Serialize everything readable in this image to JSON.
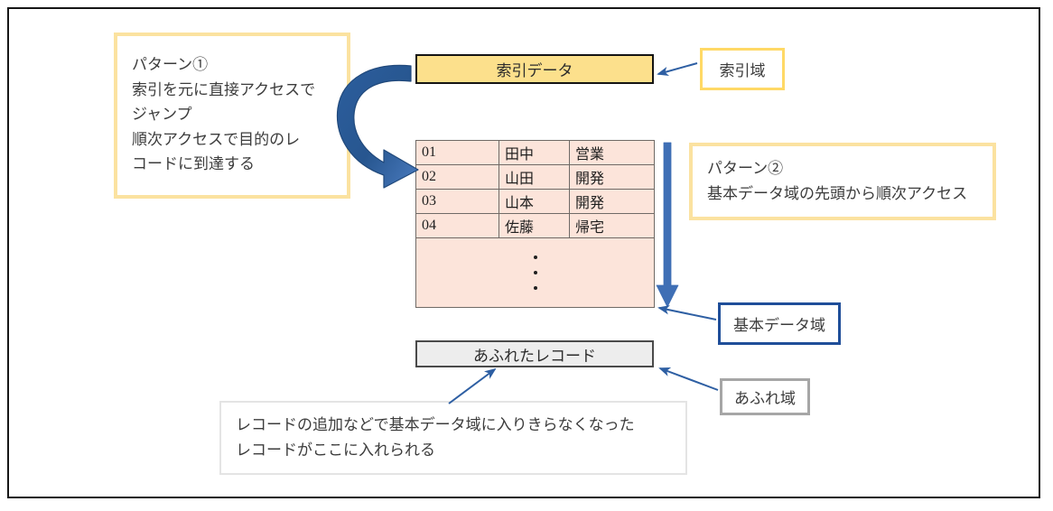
{
  "diagram": {
    "index_area": {
      "bar_label": "索引データ",
      "callout_label": "索引域"
    },
    "pattern1": {
      "lines": [
        "パターン①",
        "索引を元に直接アクセスで",
        "ジャンプ",
        "順次アクセスで目的のレ",
        "コードに到達する"
      ]
    },
    "pattern2": {
      "lines": [
        "パターン②",
        "基本データ域の先頭から順次アクセス"
      ]
    },
    "basic_data_area": {
      "callout_label": "基本データ域",
      "columns": 3,
      "rows": [
        [
          "01",
          "田中",
          "営業"
        ],
        [
          "02",
          "山田",
          "開発"
        ],
        [
          "03",
          "山本",
          "開発"
        ],
        [
          "04",
          "佐藤",
          "帰宅"
        ]
      ],
      "ellipsis_dots": 3
    },
    "overflow_area": {
      "bar_label": "あふれたレコード",
      "callout_label": "あふれ域",
      "description_lines": [
        "レコードの追加などで基本データ域に入りきらなくなった",
        "レコードがここに入れられる"
      ]
    },
    "colors": {
      "index_fill": "#FCE08C",
      "index_border": "#141414",
      "table_fill": "#FCE4DA",
      "table_border": "#6F6A66",
      "overflow_fill": "#EDEDED",
      "overflow_border": "#4A4A4A",
      "arrow_blue": "#2E5FA3",
      "thick_arrow_blue": "#2F5E9E",
      "note_yellow_border": "#FBE2A0",
      "label_yellow_border": "#FFD966",
      "label_blue_border": "#1F4E99",
      "label_gray_border": "#A6A6A6",
      "note_gray_border": "#E4E4E4",
      "frame_border": "#161616"
    }
  }
}
